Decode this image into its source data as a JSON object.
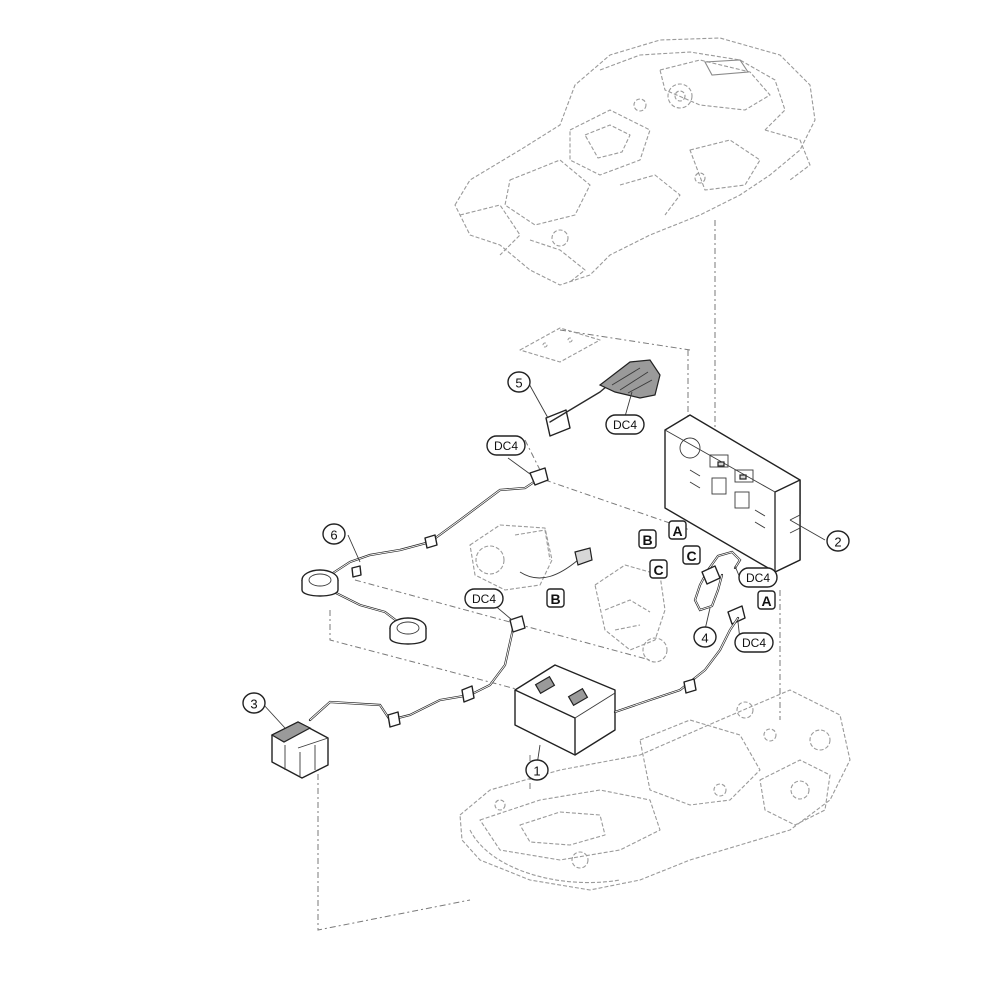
{
  "callouts": {
    "part_1": "1",
    "part_2": "2",
    "part_3": "3",
    "part_4": "4",
    "part_5": "5",
    "part_6": "6"
  },
  "connector_tags": [
    "DC4",
    "DC4",
    "DC4",
    "DC4",
    "DC4"
  ],
  "connection_letters": {
    "a_top": "A",
    "a_right": "A",
    "b_upper": "B",
    "b_lower": "B",
    "c_right": "C",
    "c_left": "C"
  },
  "colors": {
    "line": "#2a2a2a",
    "ghost": "#9a9a9a",
    "background": "#ffffff"
  }
}
